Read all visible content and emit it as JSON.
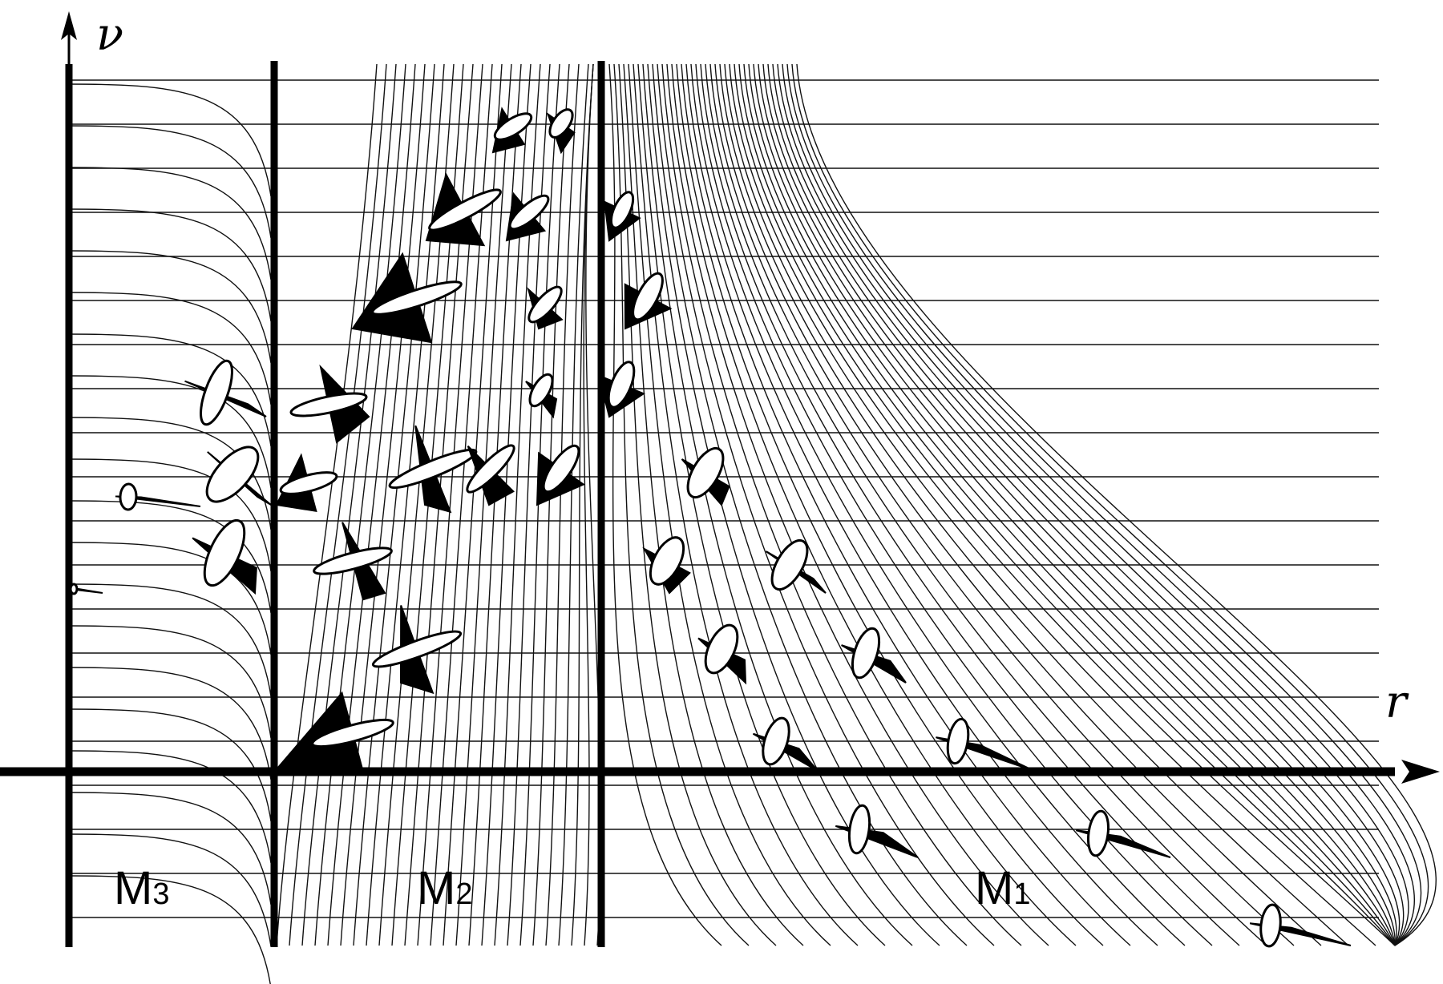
{
  "axes": {
    "vertical_label": "ν",
    "horizontal_label": "r",
    "color": "#000000"
  },
  "regions": [
    {
      "id": "M3",
      "letter": "M",
      "subscript": "3"
    },
    {
      "id": "M2",
      "letter": "M",
      "subscript": "2"
    },
    {
      "id": "M1",
      "letter": "M",
      "subscript": "1"
    }
  ],
  "drawing": {
    "ink_color": "#000000",
    "paper_color": "#ffffff",
    "style": "hand-drawn light-cone field over flow curves"
  }
}
